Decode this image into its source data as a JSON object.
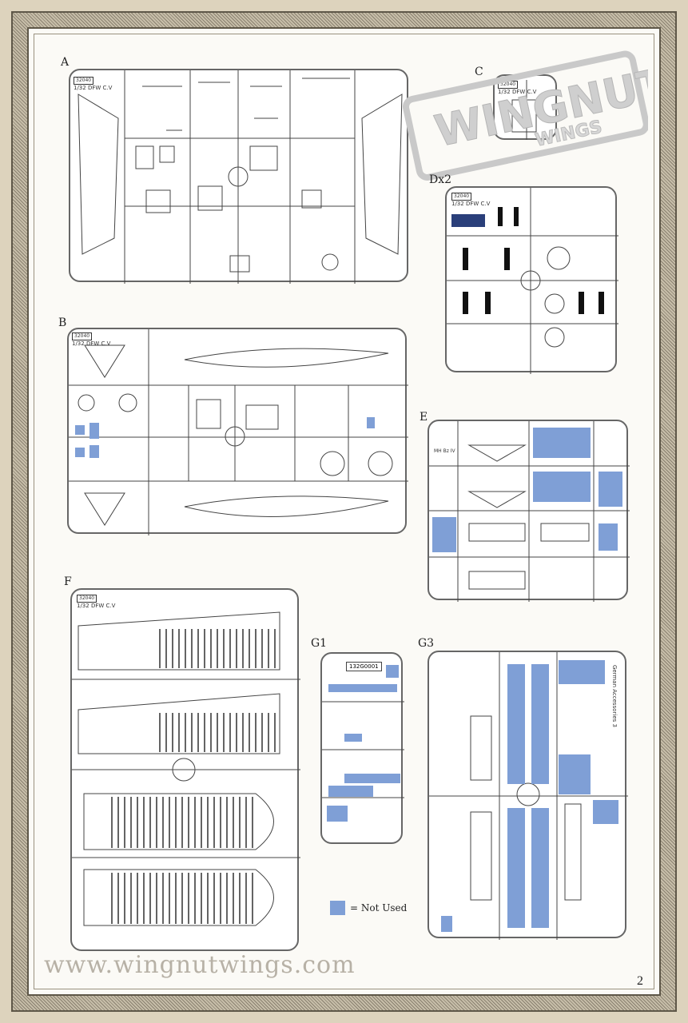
{
  "page": {
    "website": "www.wingnutwings.com",
    "page_number": "2",
    "legend_label": "= Not Used",
    "highlight_color": "#7f9fd6"
  },
  "logo": {
    "line1": "WINGNUT",
    "line2": "WINGS"
  },
  "sprues": {
    "A": {
      "label": "A",
      "code": "32040",
      "kit": "1/32 DFW C.V"
    },
    "B": {
      "label": "B",
      "code": "32040",
      "kit": "1/32 DFW C.V"
    },
    "C": {
      "label": "C",
      "code": "32040",
      "kit": "1/32 DFW C.V"
    },
    "D": {
      "label": "Dx2",
      "code": "32040",
      "kit": "1/32 DFW C.V"
    },
    "E": {
      "label": "E",
      "marking": "MH Bz IV"
    },
    "F": {
      "label": "F",
      "code": "32040",
      "kit": "1/32 DFW C.V"
    },
    "G1": {
      "label": "G1",
      "code": "132G0001"
    },
    "G3": {
      "label": "G3",
      "side_text": "German Accessories 3"
    }
  }
}
